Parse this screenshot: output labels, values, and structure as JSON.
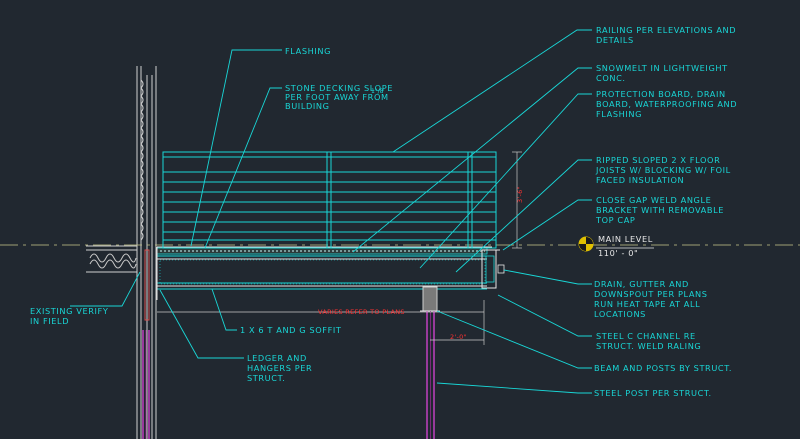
{
  "drawing": {
    "labels": {
      "railing": [
        "RAILING PER ELEVATIONS AND",
        "DETAILS"
      ],
      "flashing": "FLASHING",
      "stone_decking": [
        "STONE DECKING SLOPE",
        "PER FOOT AWAY FROM",
        "BUILDING"
      ],
      "slope_fraction": "1\"/8",
      "snowmelt": [
        "SNOWMELT IN LIGHTWEIGHT",
        "CONC."
      ],
      "protection_board": [
        "PROTECTION BOARD, DRAIN",
        "BOARD, WATERPROOFING AND",
        "FLASHING"
      ],
      "ripped_joists": [
        "RIPPED SLOPED 2 X FLOOR",
        "JOISTS W/ BLOCKING W/ FOIL",
        "FACED INSULATION"
      ],
      "close_gap": [
        "CLOSE GAP WELD ANGLE",
        "BRACKET WITH REMOVABLE",
        "TOP CAP"
      ],
      "main_level": "MAIN LEVEL",
      "elevation": "110' - 0\"",
      "drain_gutter": [
        "DRAIN, GUTTER AND",
        "DOWNSPOUT PER PLANS",
        "RUN HEAT TAPE AT ALL",
        "LOCATIONS"
      ],
      "steel_channel": [
        "STEEL C CHANNEL RE",
        "STRUCT. WELD RALING"
      ],
      "beam_posts": "BEAM AND POSTS BY STRUCT.",
      "steel_post": "STEEL POST PER STRUCT.",
      "existing_verify": [
        "EXISTING VERIFY",
        "IN FIELD"
      ],
      "soffit": "1 X 6 T AND G SOFFIT",
      "ledger": [
        "LEDGER AND",
        "HANGERS PER",
        "STRUCT."
      ],
      "varies": "VARIES REFER TO PLANS",
      "dim_post": "2'-0\"",
      "dim_rail": "3'-6\""
    }
  }
}
